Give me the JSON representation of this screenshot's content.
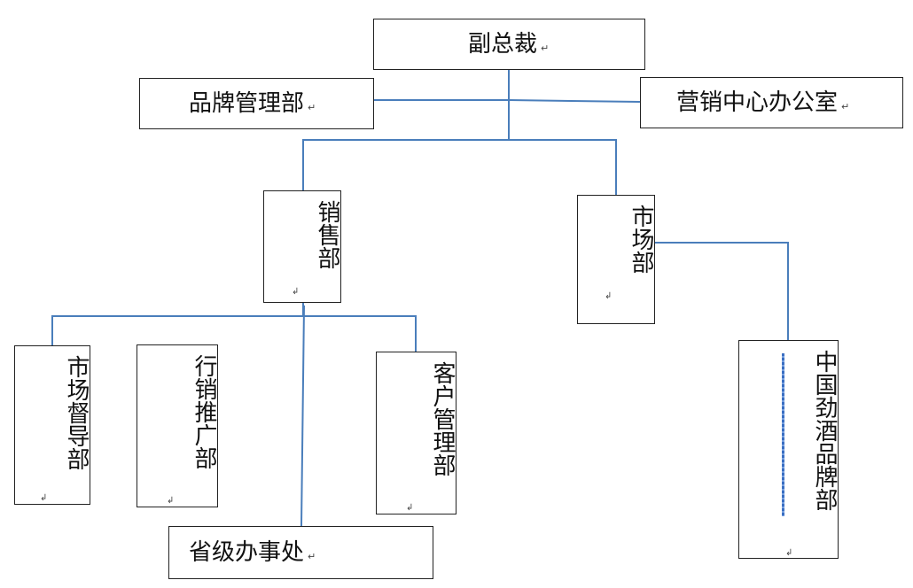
{
  "nodes": {
    "vp": {
      "label": "副总裁"
    },
    "brand_mgmt": {
      "label": "品牌管理部"
    },
    "marketing_center_office": {
      "label": "营销中心办公室"
    },
    "sales": {
      "label": "销售部"
    },
    "market": {
      "label": "市场部"
    },
    "market_supervision": {
      "label": "市场督导部"
    },
    "trade_promotion": {
      "label": "行销推广部"
    },
    "customer_mgmt": {
      "label": "客户管理部"
    },
    "provincial_office": {
      "label": "省级办事处"
    },
    "china_liquor_brand": {
      "label": "中国劲酒品牌部"
    }
  },
  "marks": {
    "paragraph": "↵",
    "line_break": "↲"
  },
  "colors": {
    "connector": "#4a7ebb",
    "border": "#222222"
  }
}
